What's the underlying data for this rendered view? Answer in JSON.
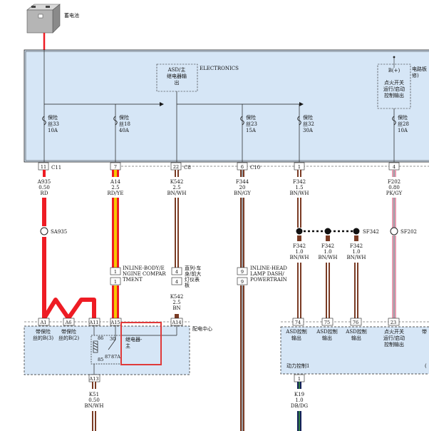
{
  "battery": {
    "label": "蓄电池"
  },
  "pdc": {
    "title": "ELECTRONICS",
    "asd_relay": [
      "ASD/主",
      "继电器输",
      "出"
    ],
    "bplus": "B(+)",
    "ign_box": [
      "点火开关",
      "运行/启动",
      "控制输出"
    ],
    "edge_note": [
      "电路板",
      "修)"
    ],
    "fuses": [
      {
        "id": "f33",
        "lines": [
          "保险",
          "丝33",
          "10A"
        ]
      },
      {
        "id": "f18",
        "lines": [
          "保险",
          "丝18",
          "40A"
        ]
      },
      {
        "id": "f23",
        "lines": [
          "保险",
          "丝23",
          "15A"
        ]
      },
      {
        "id": "f32",
        "lines": [
          "保险",
          "丝32",
          "30A"
        ]
      },
      {
        "id": "f28",
        "lines": [
          "保险",
          "丝28",
          "10A"
        ]
      }
    ]
  },
  "connectors": [
    {
      "id": "c11",
      "pin": "11",
      "name": "C11"
    },
    {
      "id": "c7",
      "pin": "7",
      "name": ""
    },
    {
      "id": "c22",
      "pin": "22",
      "name": "C8"
    },
    {
      "id": "c6",
      "pin": "6",
      "name": "C10"
    },
    {
      "id": "c1",
      "pin": "1",
      "name": ""
    },
    {
      "id": "c4",
      "pin": "4",
      "name": ""
    }
  ],
  "wires": [
    {
      "id": "a935",
      "lines": [
        "A935",
        "0.50",
        "RD"
      ]
    },
    {
      "id": "a14",
      "lines": [
        "A14",
        "2.5",
        "RD/YE"
      ]
    },
    {
      "id": "k542",
      "lines": [
        "K542",
        "2.5",
        "BN/WH"
      ]
    },
    {
      "id": "f344",
      "lines": [
        "F344",
        "20",
        "BN/GY"
      ]
    },
    {
      "id": "f342",
      "lines": [
        "F342",
        "1.5",
        "BN/WH"
      ]
    },
    {
      "id": "f202",
      "lines": [
        "F202",
        "0.80",
        "PK/GY"
      ]
    },
    {
      "id": "f342a",
      "lines": [
        "F342",
        "1.0",
        "BN/WH"
      ]
    },
    {
      "id": "f342b",
      "lines": [
        "F342",
        "1.0",
        "BN/WH"
      ]
    },
    {
      "id": "f342c",
      "lines": [
        "F342",
        "1.0",
        "BN/WH"
      ]
    },
    {
      "id": "k542b",
      "lines": [
        "K542",
        "2.5",
        "BN"
      ]
    },
    {
      "id": "k51",
      "lines": [
        "K51",
        "0.50",
        "BN/WH"
      ]
    },
    {
      "id": "k19",
      "lines": [
        "K19",
        "1.0",
        "DB/DG"
      ]
    }
  ],
  "splices": {
    "sa935": "SA935",
    "sf342": "SF342",
    "sf202": "SF202"
  },
  "inline": {
    "body_lines": [
      "INLINE-BODY/E",
      "NGINE COMPAR",
      "TMENT"
    ],
    "body_pins": [
      "1",
      "1"
    ],
    "dash_pins": [
      "4",
      "4"
    ],
    "dash_lines": [
      "直列-车",
      "身/前大",
      "灯仪表",
      "板"
    ],
    "head_lines": [
      "INLINE-HEAD",
      "LAMP DASH/",
      "POWERTRAIN"
    ],
    "head_pins": [
      "9",
      "9"
    ]
  },
  "pdc_lower": {
    "pins": [
      "A1",
      "A6",
      "A11",
      "A15",
      "A14",
      "A13"
    ],
    "fused_b3": [
      "带保险",
      "丝的B(3)"
    ],
    "fused_b2": [
      "带保险",
      "丝的B(2)"
    ],
    "relay_lines": [
      "继电器-",
      "主"
    ],
    "relay_pins": [
      "30",
      "86",
      "87",
      "87A",
      "85"
    ],
    "label": "配电中心"
  },
  "pcm": {
    "pins": [
      "74",
      "75",
      "76",
      "23",
      "1"
    ],
    "asd1": [
      "ASD控制",
      "输出"
    ],
    "asd2": [
      "ASD控制",
      "输出"
    ],
    "asd3": [
      "ASD控制",
      "输出"
    ],
    "ign": [
      "点火开关",
      "运行/启动",
      "控制输出"
    ],
    "edge": "带",
    "footer": "动力控制1",
    "edge2": "("
  },
  "colors": {
    "box_fill": "#d6e6f6",
    "red": "#ee1c24",
    "yellow": "#f6c800",
    "brown": "#7a3b24",
    "pink": "#e79bb0",
    "gray": "#9aa0a6",
    "darkblue": "#14205a",
    "green": "#2f7d44",
    "highlight": "#e03a3a"
  }
}
